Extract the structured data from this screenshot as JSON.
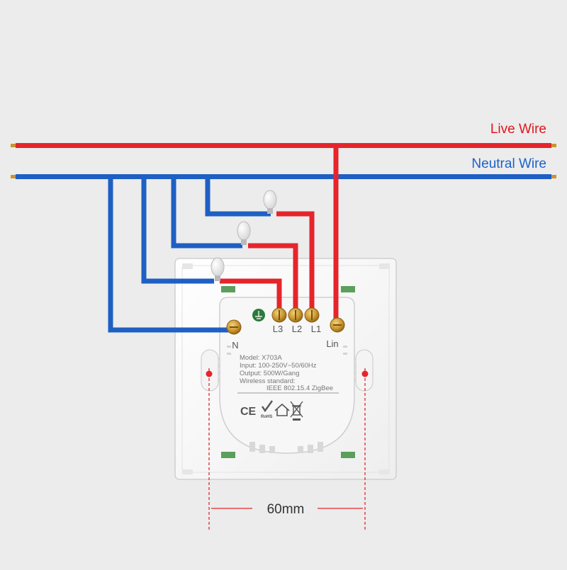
{
  "labels": {
    "live_wire": "Live Wire",
    "neutral_wire": "Neutral Wire",
    "dimension": "60mm"
  },
  "terminals": {
    "n": "N",
    "l3": "L3",
    "l2": "L2",
    "l1": "L1",
    "lin": "Lin"
  },
  "spec": {
    "model": "Model:  X703A",
    "input": "Input:  100-250V~50/60Hz",
    "output": "Output: 500W/Gang",
    "wireless": "Wireless standard:",
    "standard": "IEEE 802.15.4   ZigBee"
  },
  "certifications": {
    "ce": "CE",
    "rohs": "RoHS"
  },
  "colors": {
    "background": "#ececec",
    "live": "#e5252b",
    "neutral": "#1e5fc4",
    "live_label": "#e0161c",
    "neutral_label": "#1b62c9",
    "terminal": "#c9952e",
    "plate": "#fafafa"
  },
  "icons": [
    "ce-mark-icon",
    "rohs-icon",
    "indoor-use-icon",
    "weee-bin-icon",
    "lamp-icon",
    "earth-symbol-icon"
  ]
}
